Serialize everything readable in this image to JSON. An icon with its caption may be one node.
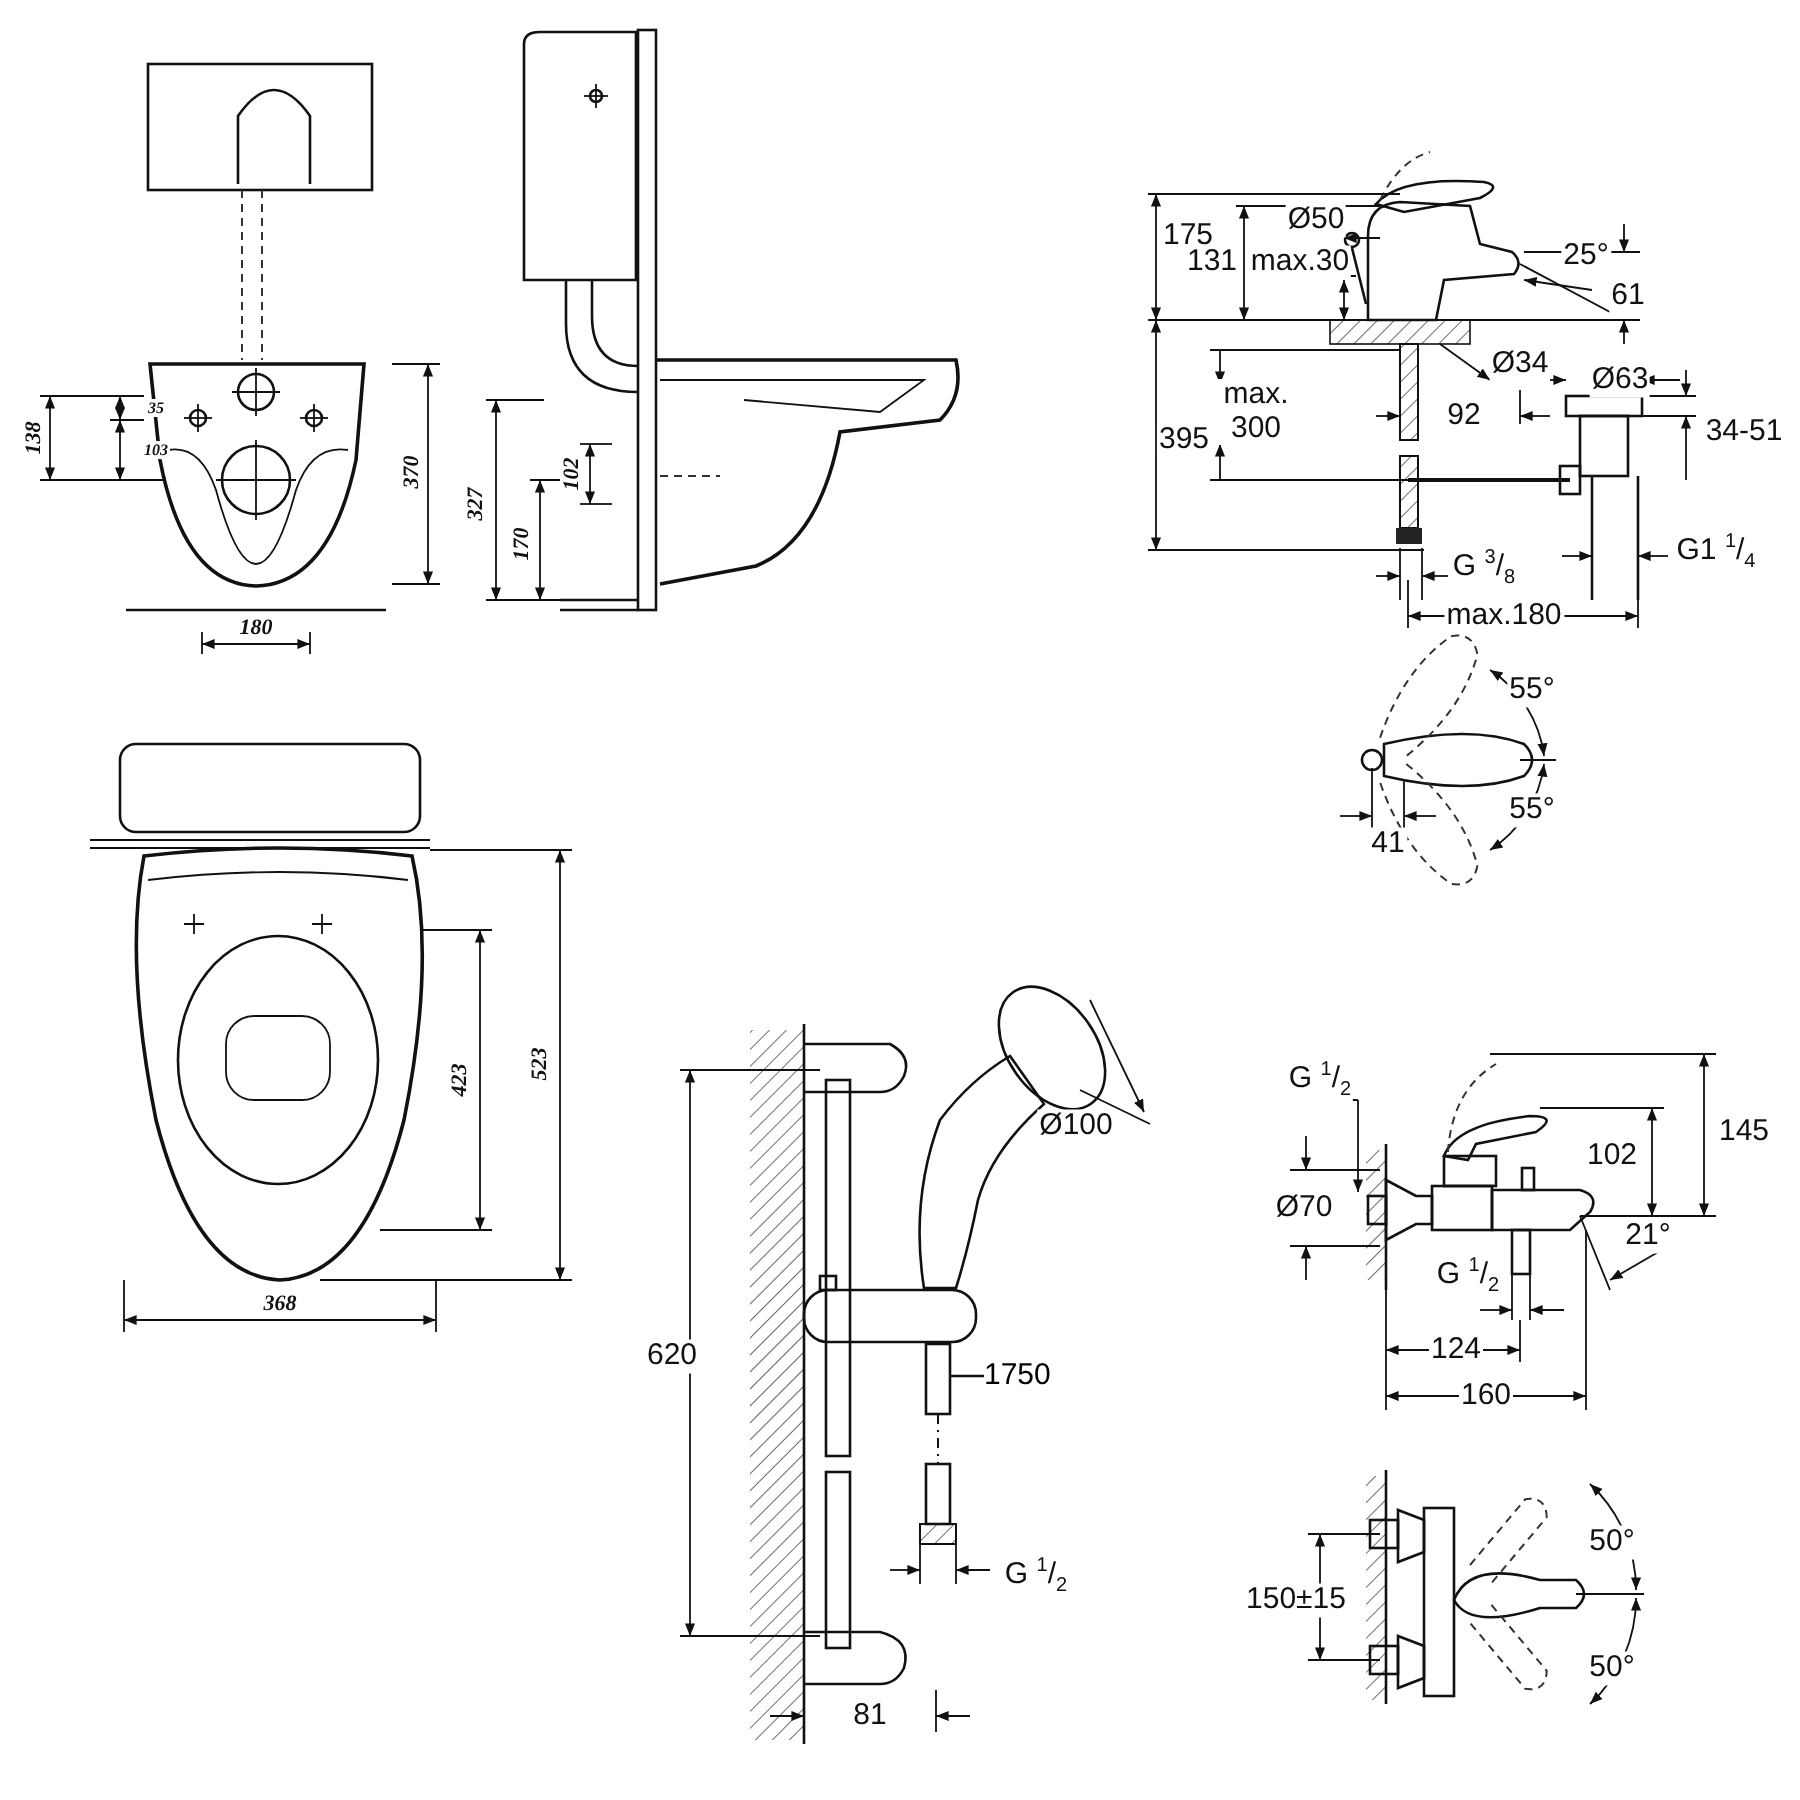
{
  "diagram": {
    "nodes": [
      {
        "text": [
          "1750"
        ]
      },
      {
        "text": [],
        "shape": "picture"
      }
    ],
    "edges": [
      {
        "from": 0,
        "to": 1,
        "arrow": "none"
      }
    ],
    "labels": [
      "35",
      "103",
      "138",
      "370",
      "180",
      "327",
      "170",
      "102",
      "175",
      "Ø50",
      "131",
      "max.30",
      "25°",
      "61",
      "Ø34",
      "Ø63",
      "max. 300",
      "395",
      "92",
      "34-51",
      "G $^{3}$/$_{8}$",
      "G1 $^{1}$/$_{4}$",
      "max.180",
      "55°",
      "55°",
      "41",
      "523",
      "423",
      "368",
      "Ø100",
      "620",
      "G $^{1}$/$_{2}$",
      "81",
      "G $^{1}$/$_{2}$",
      "145",
      "102",
      "Ø70",
      "21°",
      "G $^{1}$/$_{2}$",
      "124",
      "160",
      "50°",
      "150±15",
      "50°"
    ]
  }
}
